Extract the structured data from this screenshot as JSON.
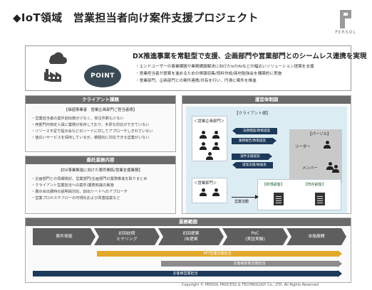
{
  "title": "◆IoT領域　営業担当者向け案件支援プロジェクト",
  "logo": {
    "icon": "persol-logo-icon",
    "text": "PERSOL"
  },
  "summary": {
    "headline": "DX推進事業を常駐型で支援、企画部門や営業部門とのシームレス連携を実現",
    "point_label": "POINT",
    "factory_icon": "factory-cloud-icon",
    "bullets": [
      "エンドユーザーの事業課題や業務課題解決に向けたIoT/AIなどの幅広いソリューション提案を支援",
      "営業担当者が提案を進めるための情報収集/資料作成/商材勉強会を構築的に実施",
      "営業部門、企画部門との案件連携/共有を行い、円滑に案件を推進"
    ]
  },
  "issues": {
    "heading": "クライアント課題",
    "subtitle": "【価値事業者　営業企画部門ご担当者様】",
    "items": [
      "営業担当者の案件創出数が少なく、受注件数も少ない",
      "売部門内特定人員に業務が依存しており、手厚な対応ができていない",
      "リソース不足で提示会などのリードに対してアプローチしきれていない",
      "値広いサービスを保持しているが、積極的に対応できる営業がいない"
    ]
  },
  "content": {
    "heading": "委託業務内容",
    "subtitle": "【DX事業推進に向けた案件開拓/営業支援業務】",
    "items": [
      "企画部門との情報検討、営業部門/企画部門の業務推進を取りまとめ",
      "クライアント営業担当への案件/業務知識の実施",
      "展示会出展時の説明員対応、創出リードへのアプローチ",
      "営業プロセスやフローの可視化および改善提案など"
    ]
  },
  "structure": {
    "heading": "運営体制図",
    "client_label": "【クライアント様】",
    "planning_dept": "＜営業企画部門＞",
    "sales_dept": "＜営業部門＞",
    "persol_label": "【パーソル】",
    "leader": "リーダー",
    "member": "メンバー",
    "arrows": [
      "法務相談/政策提案",
      "業務報告/政策提案",
      "案件支援提案",
      "提案支援/勉強会"
    ],
    "new_clients": "【新規顧客】",
    "existing_clients": "【既存顧客】",
    "sales_activity": "営業活動"
  },
  "scope": {
    "heading": "業務範囲",
    "phases": [
      "案件発掘",
      "初回訪問\nヒヤリング",
      "初回提案\n/本提案",
      "PoC\n(実証実験)",
      "本格展開"
    ],
    "bars": [
      "PPT営業支援担当",
      "お客様技術支援担当",
      "お客様営業担当"
    ]
  },
  "copyright": "Copyright © PERSOL PROCESS & TECHNOLOGY Co., LTD. All Rights Reserved",
  "colors": {
    "navy": "#1e3a5a",
    "accent_yellow": "#e3a92b",
    "panel_grey": "#6b6b6b",
    "client_blue": "#dcecf3"
  }
}
